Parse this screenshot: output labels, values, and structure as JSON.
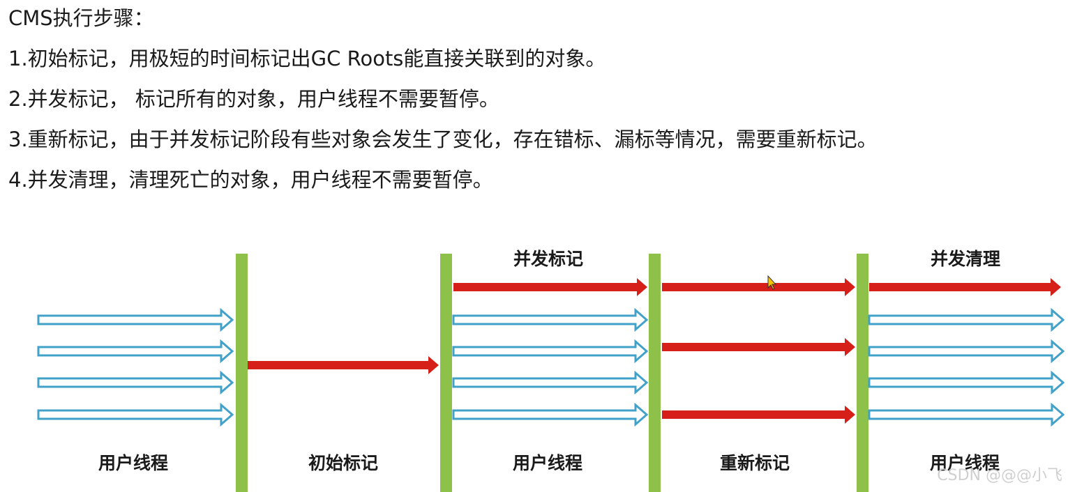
{
  "text": {
    "title": "CMS执行步骤：",
    "steps": [
      "1.初始标记，用极短的时间标记出GC Roots能直接关联到的对象。",
      "2.并发标记， 标记所有的对象，用户线程不需要暂停。",
      "3.重新标记，由于并发标记阶段有些对象会发生了变化，存在错标、漏标等情况，需要重新标记。",
      "4.并发清理，清理死亡的对象，用户线程不需要暂停。"
    ]
  },
  "diagram": {
    "top_labels": [
      "并发标记",
      "并发清理"
    ],
    "bottom_labels": [
      "用户线程",
      "初始标记",
      "用户线程",
      "重新标记",
      "用户线程"
    ],
    "watermark": "CSDN @@@小飞",
    "colors": {
      "divider": "#8dc149",
      "red_arrow": "#d71f1a",
      "blue_arrow": "#41a1c8",
      "text": "#1a1a1a"
    },
    "arrow_styles": {
      "gc_thread": "solid red",
      "user_thread": "hollow blue outline"
    }
  }
}
